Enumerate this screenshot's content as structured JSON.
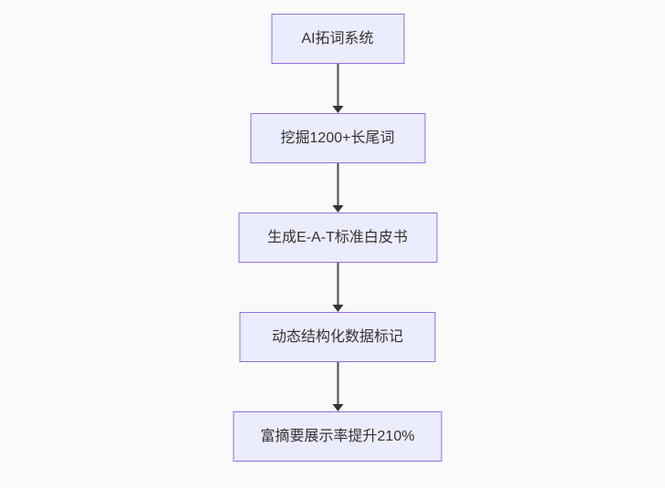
{
  "diagram": {
    "type": "flowchart-top-down",
    "colors": {
      "background": "#fafafa",
      "node_fill": "#ececff",
      "node_border": "#9370db",
      "edge": "#333333",
      "text": "#333333"
    },
    "nodes": [
      {
        "label": "AI拓词系统"
      },
      {
        "label": "挖掘1200+长尾词"
      },
      {
        "label": "生成E-A-T标准白皮书"
      },
      {
        "label": "动态结构化数据标记"
      },
      {
        "label": "富摘要展示率提升210%"
      }
    ]
  }
}
